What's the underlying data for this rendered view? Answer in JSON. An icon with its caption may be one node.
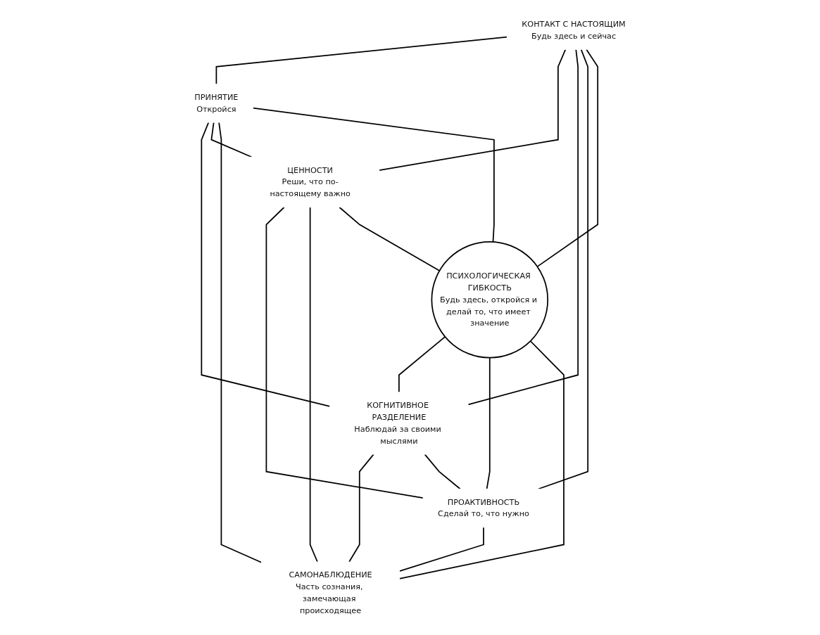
{
  "diagram": {
    "nodes": [
      {
        "text": [
          "КОНТАКТ С НАСТОЯЩИМ",
          "Будь здесь и сейчас"
        ]
      },
      {
        "text": [
          "ПРИНЯТИЕ",
          "Откройся"
        ]
      },
      {
        "text": [
          "ЦЕННОСТИ",
          "Реши, что по-настоящему важно"
        ]
      },
      {
        "text": [
          "ПСИХОЛОГИЧЕСКАЯ ГИБКОСТЬ",
          "Будь здесь, откройся и делай то, что имеет значение"
        ]
      },
      {
        "text": [
          "КОГНИТИВНОЕ РАЗДЕЛЕНИЕ",
          "Наблюдай за своими мыслями"
        ]
      },
      {
        "text": [
          "ПРОАКТИВНОСТЬ",
          "Сделай то, что нужно"
        ]
      },
      {
        "text": [
          "САМОНАБЛЮДЕНИЕ",
          "Часть сознания, замечающая происходящее"
        ]
      }
    ],
    "edges": [
      {
        "from": 0,
        "to": 1,
        "arrow": "none"
      },
      {
        "from": 0,
        "to": 2,
        "arrow": "none"
      },
      {
        "from": 1,
        "to": 4,
        "arrow": "none"
      },
      {
        "from": 2,
        "to": 5,
        "arrow": "none"
      },
      {
        "from": 4,
        "to": 6,
        "arrow": "none"
      },
      {
        "from": 5,
        "to": 6,
        "arrow": "none"
      },
      {
        "from": 0,
        "to": 4,
        "arrow": "none"
      },
      {
        "from": 0,
        "to": 5,
        "arrow": "none"
      },
      {
        "from": 1,
        "to": 2,
        "arrow": "none"
      },
      {
        "from": 1,
        "to": 6,
        "arrow": "none"
      },
      {
        "from": 2,
        "to": 6,
        "arrow": "none"
      },
      {
        "from": 4,
        "to": 5,
        "arrow": "none"
      },
      {
        "from": 0,
        "to": 3,
        "arrow": "none"
      },
      {
        "from": 1,
        "to": 3,
        "arrow": "none"
      },
      {
        "from": 2,
        "to": 3,
        "arrow": "none"
      },
      {
        "from": 3,
        "to": 4,
        "arrow": "none"
      },
      {
        "from": 3,
        "to": 5,
        "arrow": "none"
      },
      {
        "from": 3,
        "to": 6,
        "arrow": "none"
      }
    ]
  }
}
